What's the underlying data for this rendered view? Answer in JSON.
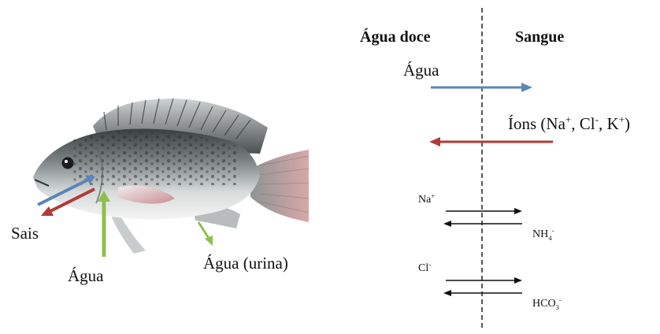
{
  "left_panel": {
    "sais_label": "Sais",
    "agua_label": "Água",
    "urina_label": "Água (urina)"
  },
  "right_panel": {
    "header_left": "Água doce",
    "header_right": "Sangue",
    "water_label": "Água",
    "ions": {
      "prefix": "Íons (Na",
      "s1": "+",
      "mid1": ", Cl",
      "s2": "-",
      "mid2": ", K",
      "s3": "+",
      "suffix": ")"
    },
    "na": {
      "base": "Na",
      "sup": "+"
    },
    "nh4": {
      "base": "NH",
      "sub": "4",
      "sup": "-"
    },
    "cl": {
      "base": "Cl",
      "sup": "-"
    },
    "hco3": {
      "base": "HCO",
      "sub": "3",
      "sup": "-"
    }
  },
  "colors": {
    "blue_arrow": "#5a86b8",
    "red_arrow": "#b23a3a",
    "green_arrow": "#8fbf50",
    "black_arrow": "#111111",
    "divider": "#222222"
  }
}
